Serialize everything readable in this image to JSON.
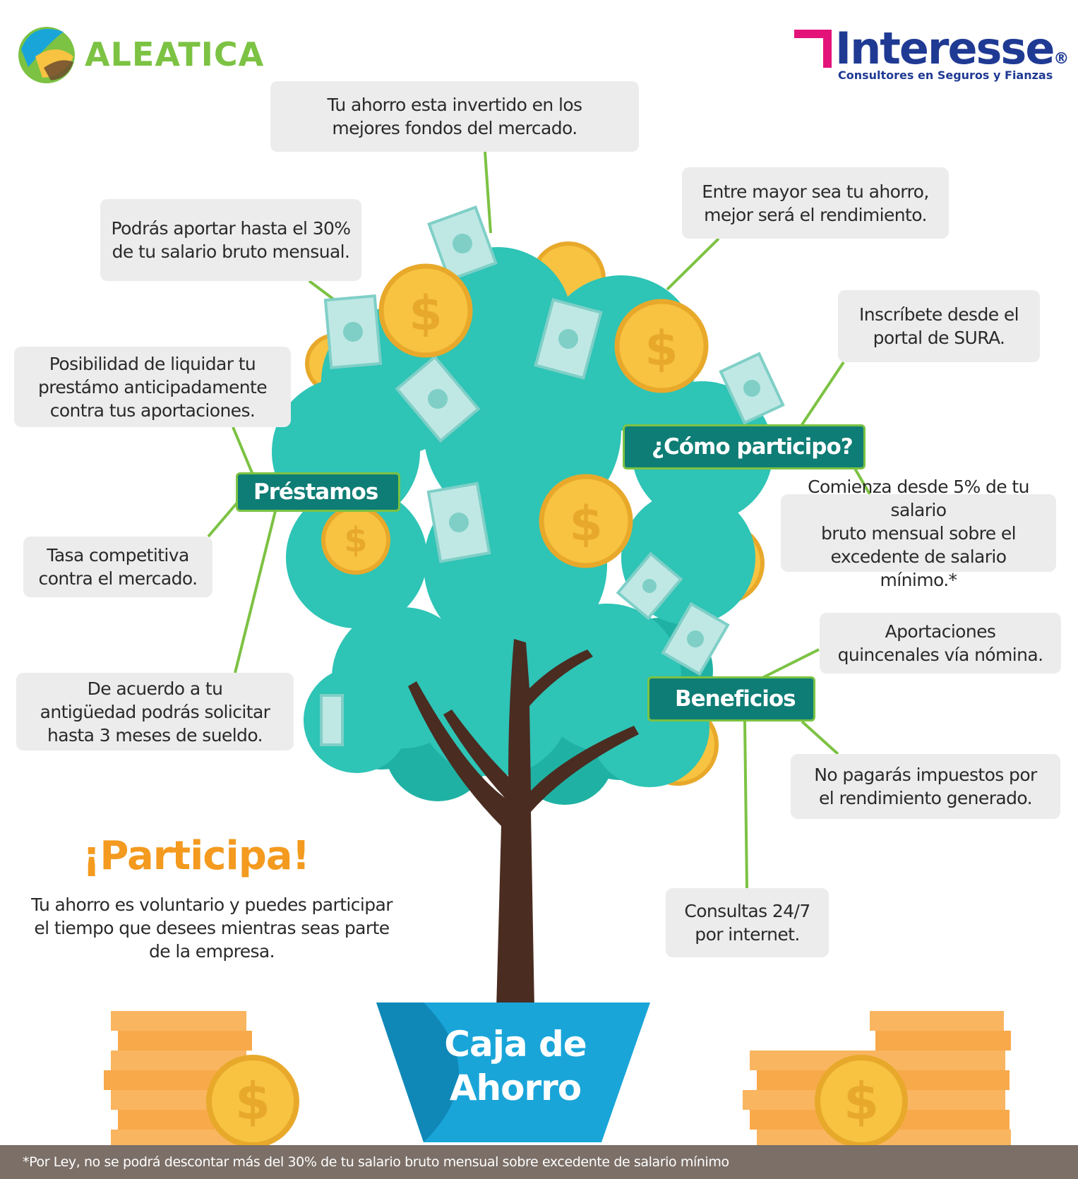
{
  "brand": {
    "aleatica": "ALEATICA",
    "interesse": "Interesse",
    "registered_mark": "®",
    "tagline": "Consultores en Seguros y Fianzas"
  },
  "colors": {
    "tree": "#2ec4b6",
    "trunk": "#4a2c21",
    "label_bg": "#0e7d75",
    "connector": "#7cc243",
    "coin": "#f7c341",
    "pot": "#1aa5d9",
    "footer_bg": "#7b6f67",
    "accent_orange": "#f39a1f"
  },
  "labels": {
    "prestamos": "Préstamos",
    "como_participo": "¿Cómo participo?",
    "beneficios": "Beneficios"
  },
  "boxes": {
    "top_center": [
      "Tu ahorro esta invertido en los",
      "mejores fondos del mercado."
    ],
    "top_left": [
      "Podrás aportar hasta el 30%",
      "de tu salario bruto mensual."
    ],
    "top_right": [
      "Entre mayor sea tu ahorro,",
      "mejor será el rendimiento."
    ],
    "sura": [
      "Inscríbete desde el",
      "portal de SURA."
    ],
    "liquidar": [
      "Posibilidad de liquidar tu",
      "prestámo anticipadamente",
      "contra tus aportaciones."
    ],
    "comienza": [
      "Comienza desde 5% de tu salario",
      "bruto mensual sobre el",
      "excedente de salario mínimo.*"
    ],
    "tasa": [
      "Tasa competitiva",
      "contra el mercado."
    ],
    "aportaciones": [
      "Aportaciones",
      "quincenales vía nómina."
    ],
    "antiguedad": [
      "De acuerdo a tu",
      "antigüedad podrás solicitar",
      "hasta 3 meses de sueldo."
    ],
    "impuestos": [
      "No pagarás impuestos por",
      "el rendimiento generado."
    ],
    "consultas": [
      "Consultas 24/7",
      "por internet."
    ]
  },
  "participa": {
    "title": "¡Participa!",
    "lines": [
      "Tu ahorro es voluntario y puedes participar",
      "el tiempo que desees mientras seas parte",
      "de la empresa."
    ]
  },
  "pot": {
    "lines": [
      "Caja de",
      "Ahorro"
    ]
  },
  "coin_symbol": "$",
  "footer": "*Por Ley, no se podrá descontar más del 30% de tu salario bruto mensual sobre excedente de salario mínimo"
}
